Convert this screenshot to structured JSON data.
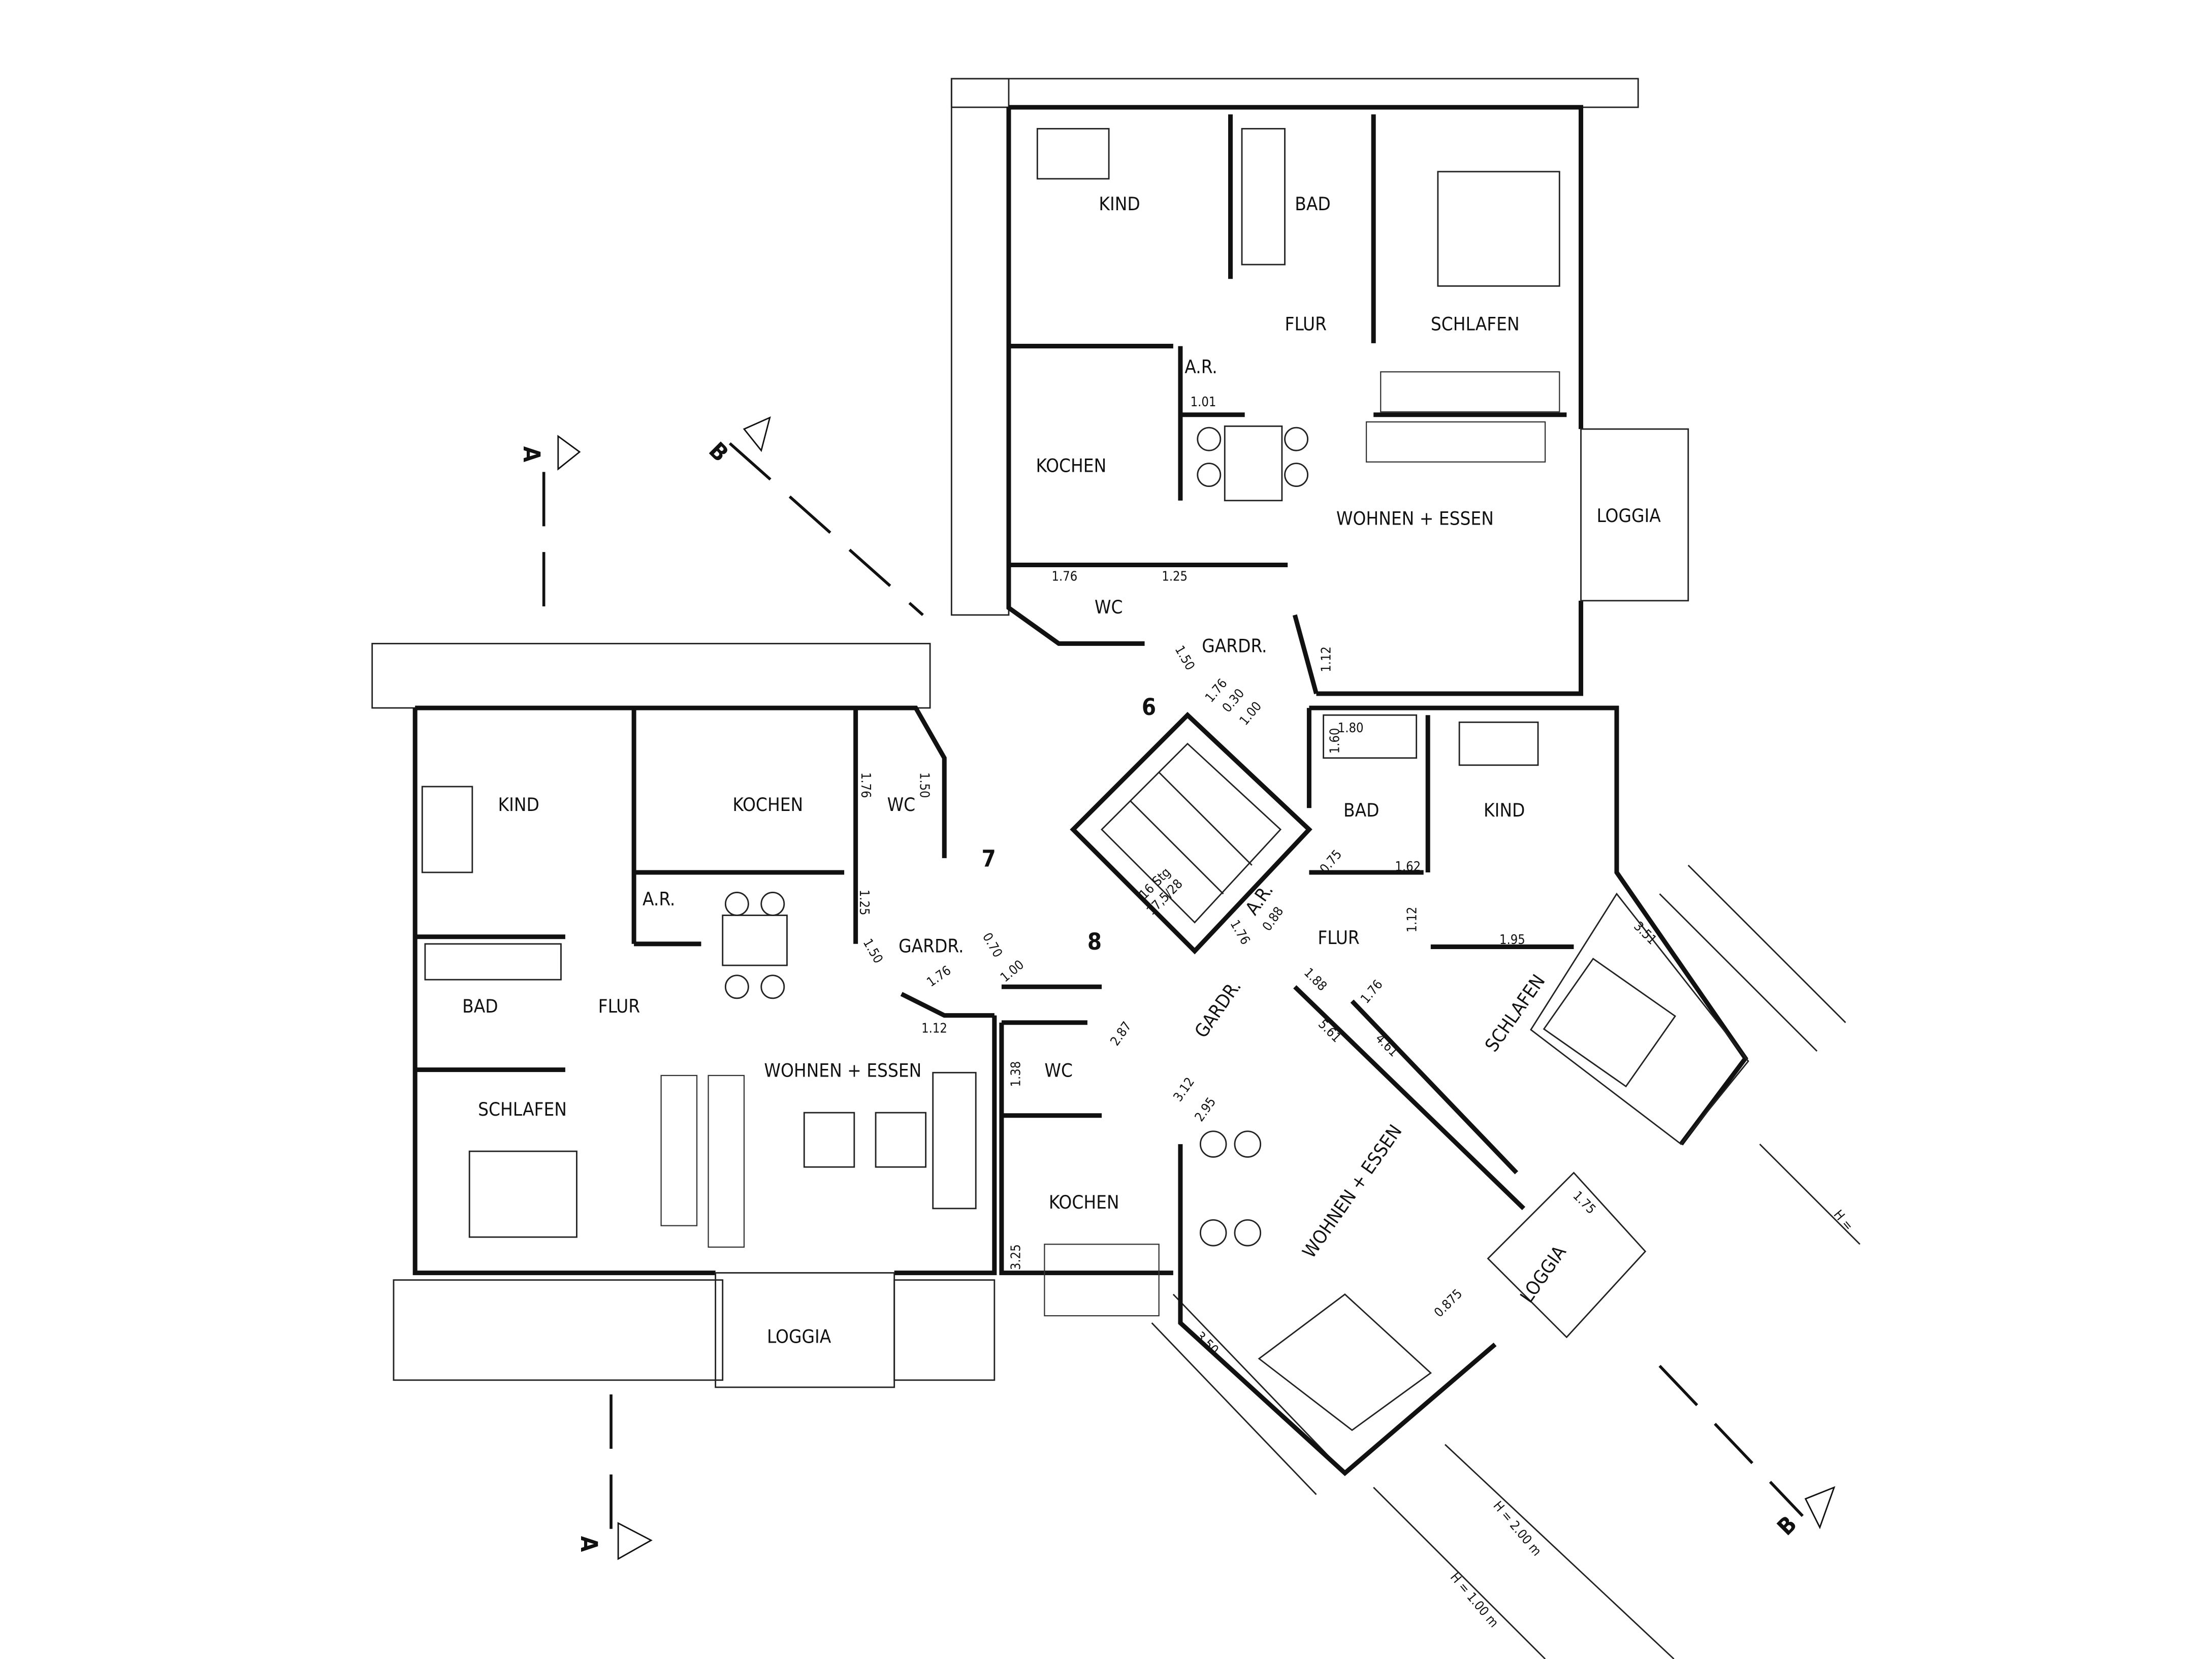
{
  "flat_numbers": {
    "top": "6",
    "left": "7",
    "right": "8"
  },
  "section_markers": {
    "a_top": "A",
    "a_bottom": "A",
    "b_top": "B",
    "b_bottom": "B"
  },
  "stair": {
    "steps": "16 Stg",
    "ratio": "17,5/28"
  },
  "height_labels": {
    "h_upper": "H =",
    "h_200": "H = 2.00 m",
    "h_100": "H = 1.00 m"
  },
  "unit_top": {
    "rooms": {
      "kind": "KIND",
      "bad": "BAD",
      "flur": "FLUR",
      "schlafen": "SCHLAFEN",
      "ar": "A.R.",
      "kochen": "KOCHEN",
      "wohnen": "WOHNEN + ESSEN",
      "loggia": "LOGGIA",
      "wc": "WC",
      "gardr": "GARDR."
    },
    "dims": {
      "ar": "1.01",
      "wc_w": "1.76",
      "wc_d": "1.25",
      "gardr": "1.50",
      "gardr2": "1.12"
    }
  },
  "unit_left": {
    "rooms": {
      "kind": "KIND",
      "kochen": "KOCHEN",
      "wc": "WC",
      "ar": "A.R.",
      "bad": "BAD",
      "flur": "FLUR",
      "gardr": "GARDR.",
      "wohnen": "WOHNEN + ESSEN",
      "schlafen": "SCHLAFEN",
      "loggia": "LOGGIA"
    },
    "dims": {
      "wc_w": "1.76",
      "wc_d": "1.50",
      "flur": "1.25",
      "gardr_a": "1.50",
      "gardr_b": "1.76",
      "gardr_c": "1.00",
      "gardr_d": "0.70",
      "wohnen": "1.12"
    }
  },
  "unit_right": {
    "rooms": {
      "bad": "BAD",
      "kind": "KIND",
      "flur": "FLUR",
      "ar": "A.R.",
      "gardr": "GARDR.",
      "wc": "WC",
      "kochen": "KOCHEN",
      "wohnen": "WOHNEN + ESSEN",
      "schlafen": "SCHLAFEN",
      "loggia": "LOGGIA"
    },
    "dims": {
      "bad_w": "1.80",
      "bad_d": "1.60",
      "bad_door": "1.62",
      "flur_a": "1.12",
      "kind": "1.95",
      "ar": "0.88",
      "ar_w": "1.76",
      "wm": "0.75",
      "gardr": "2.87",
      "wc": "1.38",
      "k_a": "3.12",
      "k_b": "2.95",
      "k_c": "3.25",
      "w_a": "1.88",
      "w_b": "1.76",
      "w_c": "5.61",
      "w_d": "4.61",
      "loggia": "1.75",
      "schlafen": "3.51",
      "wohnen_out": "3.50",
      "sofa": "0.875",
      "gardr_top_a": "1.76",
      "gardr_top_b": "0.30",
      "gardr_top_c": "1.00"
    }
  }
}
